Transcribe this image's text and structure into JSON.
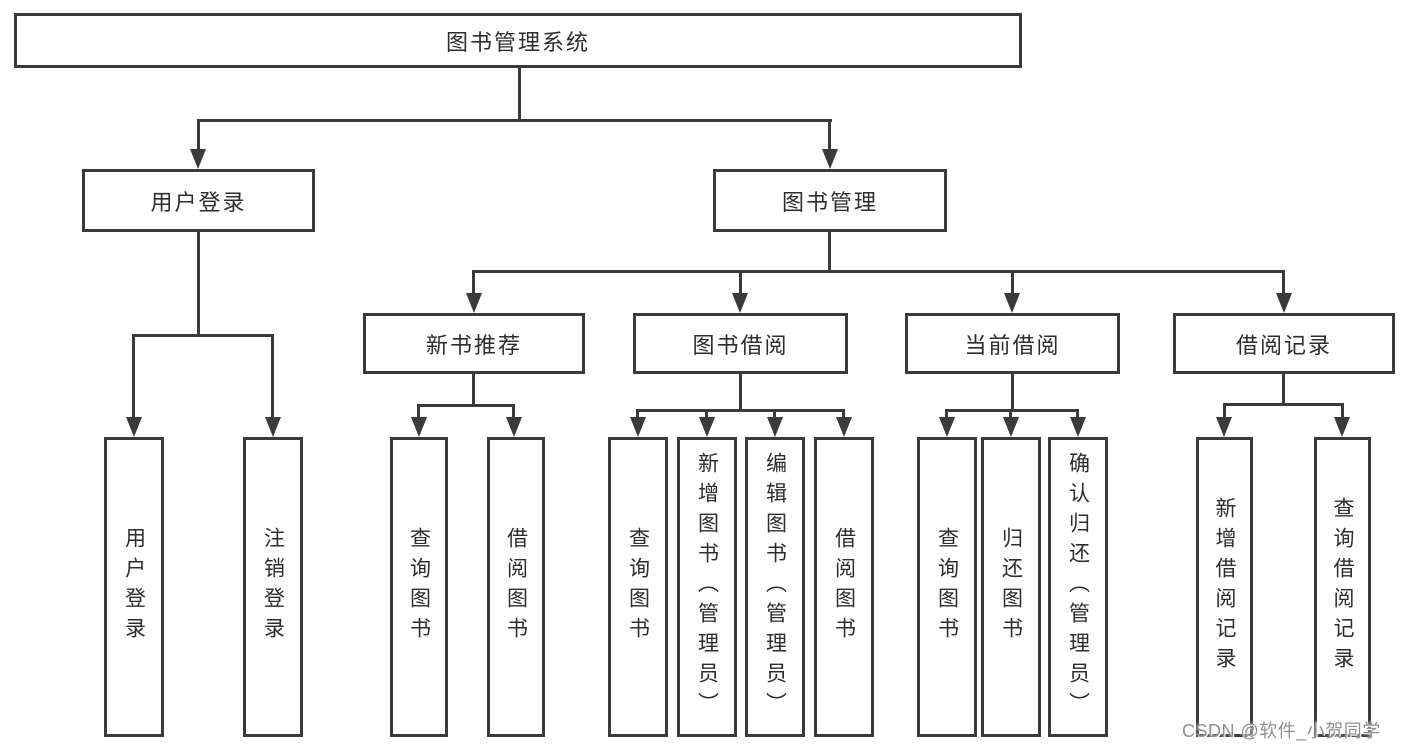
{
  "tree": {
    "root": "图书管理系统",
    "l2": [
      "用户登录",
      "图书管理"
    ],
    "l3": [
      "新书推荐",
      "图书借阅",
      "当前借阅",
      "借阅记录"
    ],
    "l4": [
      "用户登录",
      "注销登录",
      "查询图书",
      "借阅图书",
      "查询图书",
      "新增图书（管理员）",
      "编辑图书（管理员）",
      "借阅图书",
      "查询图书",
      "归还图书",
      "确认归还（管理员）",
      "新增借阅记录",
      "查询借阅记录"
    ]
  },
  "hierarchy": {
    "图书管理系统": [
      "用户登录",
      "图书管理"
    ],
    "用户登录": [
      "用户登录",
      "注销登录"
    ],
    "图书管理": [
      "新书推荐",
      "图书借阅",
      "当前借阅",
      "借阅记录"
    ],
    "新书推荐": [
      "查询图书",
      "借阅图书"
    ],
    "图书借阅": [
      "查询图书",
      "新增图书（管理员）",
      "编辑图书（管理员）",
      "借阅图书"
    ],
    "当前借阅": [
      "查询图书",
      "归还图书",
      "确认归还（管理员）"
    ],
    "借阅记录": [
      "新增借阅记录",
      "查询借阅记录"
    ]
  },
  "watermark": {
    "text": "CSDN @软件_小贺同学"
  },
  "colors": {
    "line": "#3a3a3a",
    "text": "#2d2d2d",
    "background": "#ffffff",
    "watermark": "#8f8f8f"
  }
}
